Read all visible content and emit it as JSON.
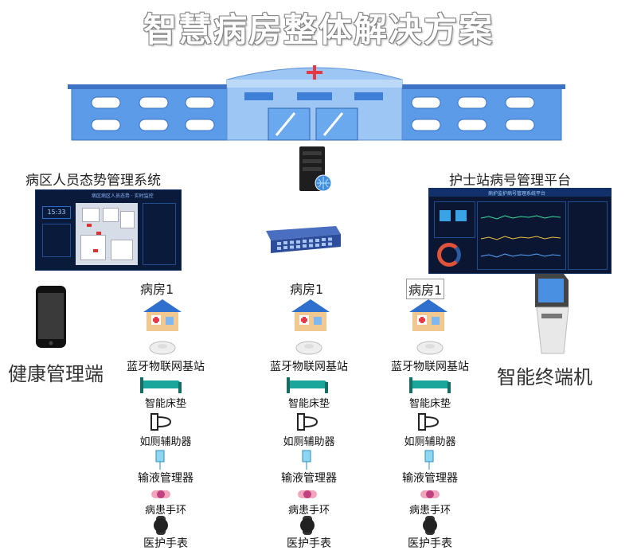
{
  "title": "智慧病房整体解决方案",
  "left_system": {
    "title": "病区人员态势管理系统",
    "screen_text": "病区病区人员态势 · 实时监控",
    "clock": "15:33"
  },
  "right_system": {
    "title": "护士站病号管理平台",
    "screen_text": "病护监护病号管理系统平台"
  },
  "health_terminal": "健康管理端",
  "smart_terminal": "智能终端机",
  "wards": [
    {
      "name": "病房1",
      "base_station": "蓝牙物联网基站",
      "devices": [
        "智能床垫",
        "如厕辅助器",
        "输液管理器",
        "病患手环",
        "医护手表"
      ]
    },
    {
      "name": "病房1",
      "base_station": "蓝牙物联网基站",
      "devices": [
        "智能床垫",
        "如厕辅助器",
        "输液管理器",
        "病患手环",
        "医护手表"
      ]
    },
    {
      "name": "病房1",
      "base_station": "蓝牙物联网基站",
      "devices": [
        "智能床垫",
        "如厕辅助器",
        "输液管理器",
        "病患手环",
        "医护手表"
      ]
    }
  ],
  "colors": {
    "hospital_blue": "#4d8ee8",
    "hospital_light": "#9ec6f5",
    "teal": "#1aa69a",
    "dark": "#222222",
    "cross_red": "#e63946"
  }
}
